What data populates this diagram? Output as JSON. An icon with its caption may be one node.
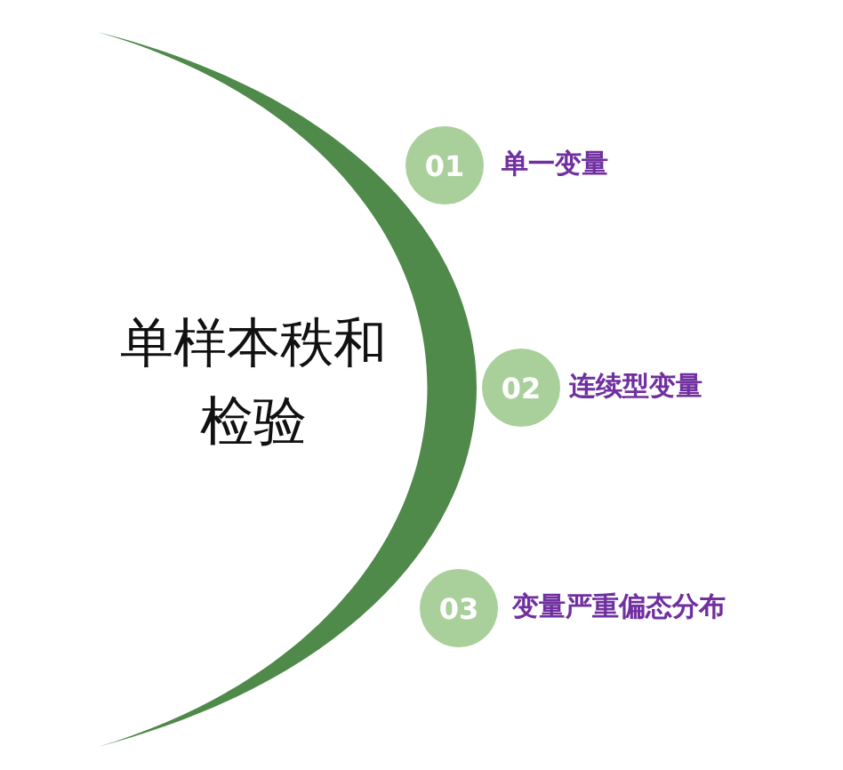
{
  "diagram": {
    "nodes": [
      {
        "text": [
          "单样本秩和检验"
        ]
      },
      {
        "text": [
          "01"
        ],
        "beside": [
          "单一变量"
        ]
      },
      {
        "text": [
          "02"
        ],
        "beside": [
          "连续型变量"
        ]
      },
      {
        "text": [
          "03"
        ],
        "beside": [
          "变量严重偏态分布"
        ]
      }
    ]
  }
}
